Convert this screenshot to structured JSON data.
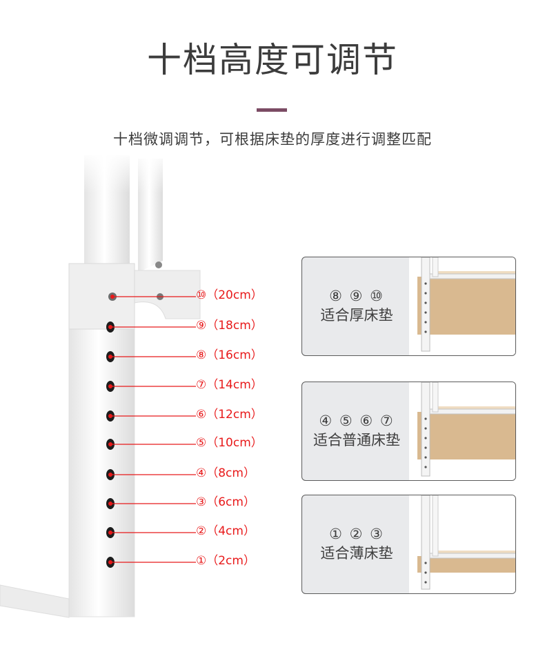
{
  "title": "十档高度可调节",
  "subtitle": "十档微调调节，可根据床垫的厚度进行调整匹配",
  "markers": [
    {
      "circle": "⑩",
      "height": "（20cm）"
    },
    {
      "circle": "⑨",
      "height": "（18cm）"
    },
    {
      "circle": "⑧",
      "height": "（16cm）"
    },
    {
      "circle": "⑦",
      "height": "（14cm）"
    },
    {
      "circle": "⑥",
      "height": "（12cm）"
    },
    {
      "circle": "⑤",
      "height": "（10cm）"
    },
    {
      "circle": "④",
      "height": "（8cm）"
    },
    {
      "circle": "③",
      "height": "（6cm）"
    },
    {
      "circle": "②",
      "height": "（4cm）"
    },
    {
      "circle": "①",
      "height": "（2cm）"
    }
  ],
  "cards": [
    {
      "nums": "⑧ ⑨ ⑩",
      "label": "适合厚床垫"
    },
    {
      "nums": "④ ⑤ ⑥ ⑦",
      "label": "适合普通床垫"
    },
    {
      "nums": "① ② ③",
      "label": "适合薄床垫"
    }
  ],
  "colors": {
    "accent_bar": "#7b4b64",
    "marker_red": "#e8191a",
    "card_bg": "#e9eaec",
    "mattress": "#d9b990"
  }
}
